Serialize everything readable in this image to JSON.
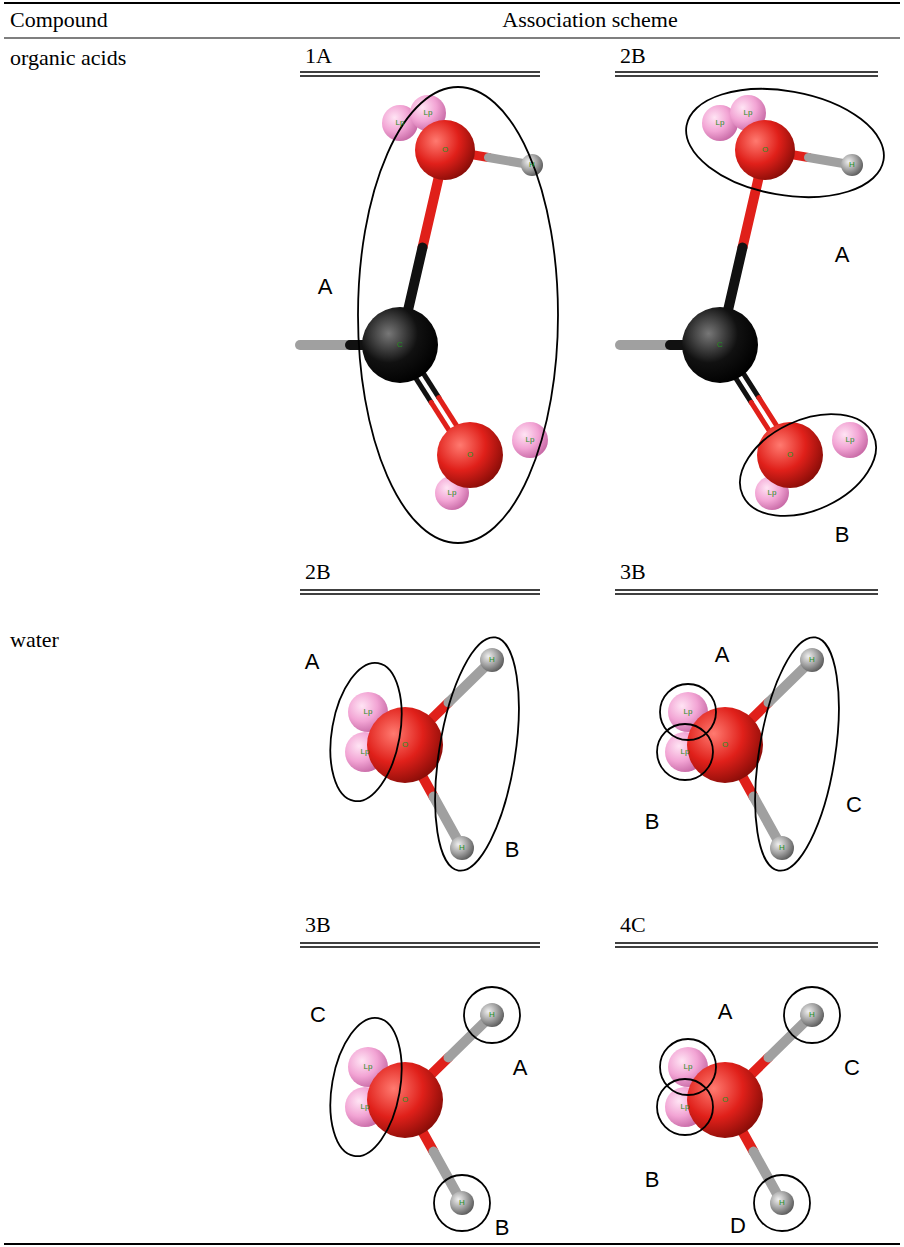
{
  "diagram": {
    "labels": [
      "Compound",
      "Association scheme",
      "organic acids",
      "1A",
      "A",
      "2B",
      "A",
      "B",
      "water",
      "2B",
      "A",
      "B",
      "3B",
      "A",
      "B",
      "C",
      "3B",
      "C",
      "A",
      "B",
      "4C",
      "A",
      "B",
      "C",
      "D",
      "Lp",
      "Lp",
      "O",
      "H",
      "C",
      "O",
      "Lp",
      "Lp",
      "Lp",
      "Lp",
      "O",
      "H",
      "C",
      "O",
      "Lp",
      "Lp",
      "Lp",
      "Lp",
      "O",
      "H",
      "H",
      "Lp",
      "Lp",
      "O",
      "H",
      "H",
      "Lp",
      "Lp",
      "O",
      "H",
      "H",
      "Lp",
      "Lp",
      "O",
      "H",
      "H"
    ]
  }
}
